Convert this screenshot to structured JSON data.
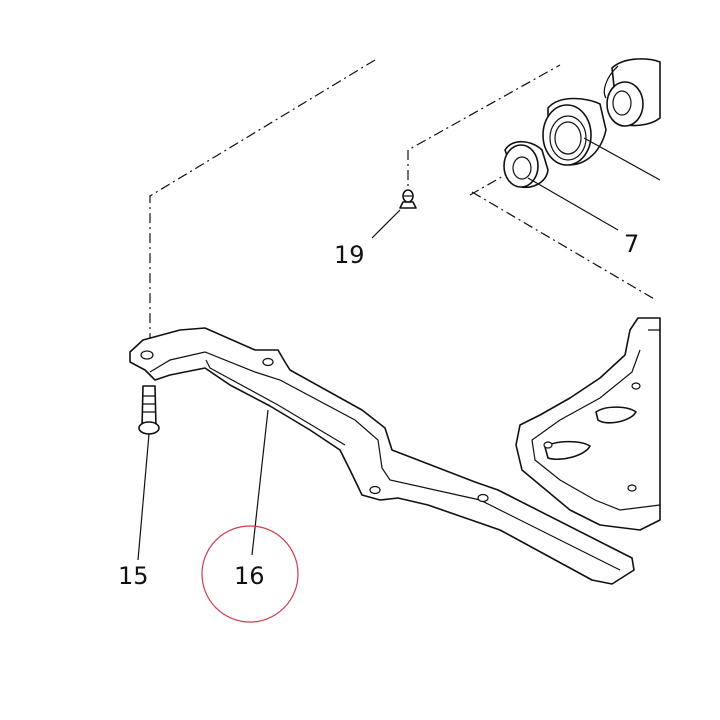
{
  "callouts": {
    "c7": "7",
    "c15": "15",
    "c16": "16",
    "c19": "19"
  },
  "highlight": {
    "target": "16",
    "color": "#d23c4a"
  }
}
